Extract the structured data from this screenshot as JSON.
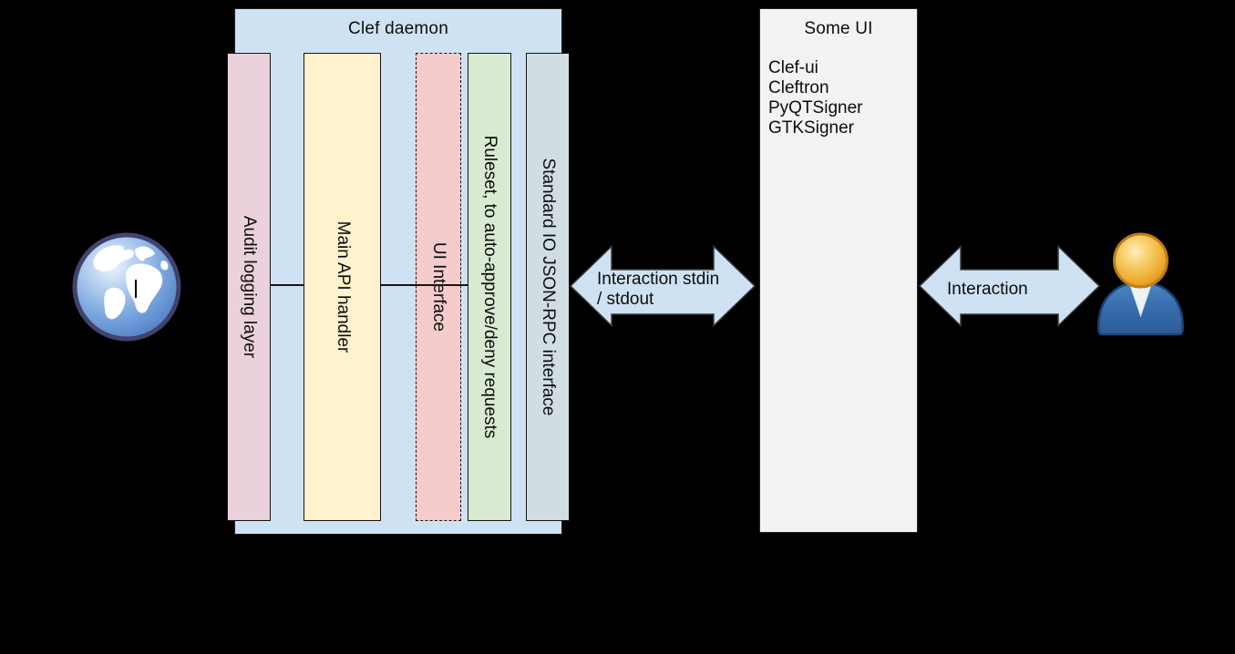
{
  "palette": {
    "canvas_bg": "#000000",
    "container_blue": "#cfe2f3",
    "audit_pink": "#ead1dc",
    "api_yellow": "#fff2cc",
    "ui_red": "#f4cccc",
    "ruleset_green": "#d9ead3",
    "stdio_cyan": "#d0dee3",
    "some_ui_gray": "#f3f3f3",
    "arrow_blue": "#cfe2f3",
    "outline_dark": "#161616"
  },
  "clef": {
    "title": "Clef daemon",
    "layers": [
      {
        "label": "Audit logging layer"
      },
      {
        "label": "Main API handler"
      },
      {
        "label": "UI Interface"
      },
      {
        "label": "Ruleset, to auto-approve/deny requests"
      },
      {
        "label": "Standard IO JSON-RPC interface"
      }
    ]
  },
  "arrows": {
    "stdio": {
      "line1": "Interaction stdin",
      "line2": "/ stdout"
    },
    "user": {
      "label": "Interaction"
    }
  },
  "some_ui": {
    "title": "Some UI",
    "items": [
      "Clef-ui",
      "Cleftron",
      "PyQTSigner",
      "GTKSigner"
    ]
  },
  "icons": {
    "globe": "globe-icon",
    "user": "user-icon"
  }
}
